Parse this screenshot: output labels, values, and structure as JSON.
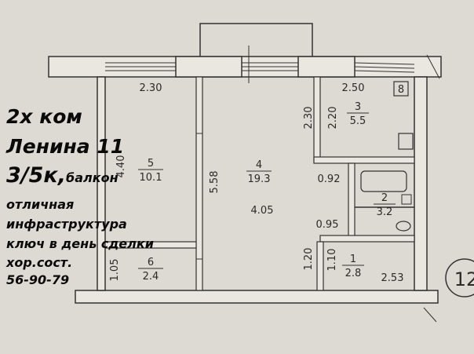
{
  "rooms": [
    {
      "number": "5",
      "area": "10.1"
    },
    {
      "number": "4",
      "area": "19.3"
    },
    {
      "number": "3",
      "area": "5.5"
    },
    {
      "number": "2",
      "area": "3.2"
    },
    {
      "number": "1",
      "area": "2.8"
    },
    {
      "number": "6",
      "area": "2.4"
    }
  ],
  "dimensions": {
    "room5_width": "2.30",
    "room5_height": "4.40",
    "room3_width": "2.50",
    "room3_height": "2.20",
    "room4_left_height": "5.58",
    "room4_right_height": "2.30",
    "room4_width": "4.05",
    "bathroom_width": "0.92",
    "hall_width": "0.95",
    "room6_height": "1.05",
    "room1_height": "1.10",
    "corridor_height": "1.20",
    "room1_width": "2.53"
  },
  "markers": {
    "kitchen_box": "8",
    "circle": "12"
  },
  "ad": {
    "title": "2х ком",
    "street": "Ленина 11",
    "floor": "3/5к,",
    "floor_suffix": "балкон",
    "infra_line1": "отличная",
    "infra_line2": "инфраструктура",
    "keys": "ключ в день сделки",
    "condition": "хор.сост.",
    "phone": "56-90-79"
  }
}
